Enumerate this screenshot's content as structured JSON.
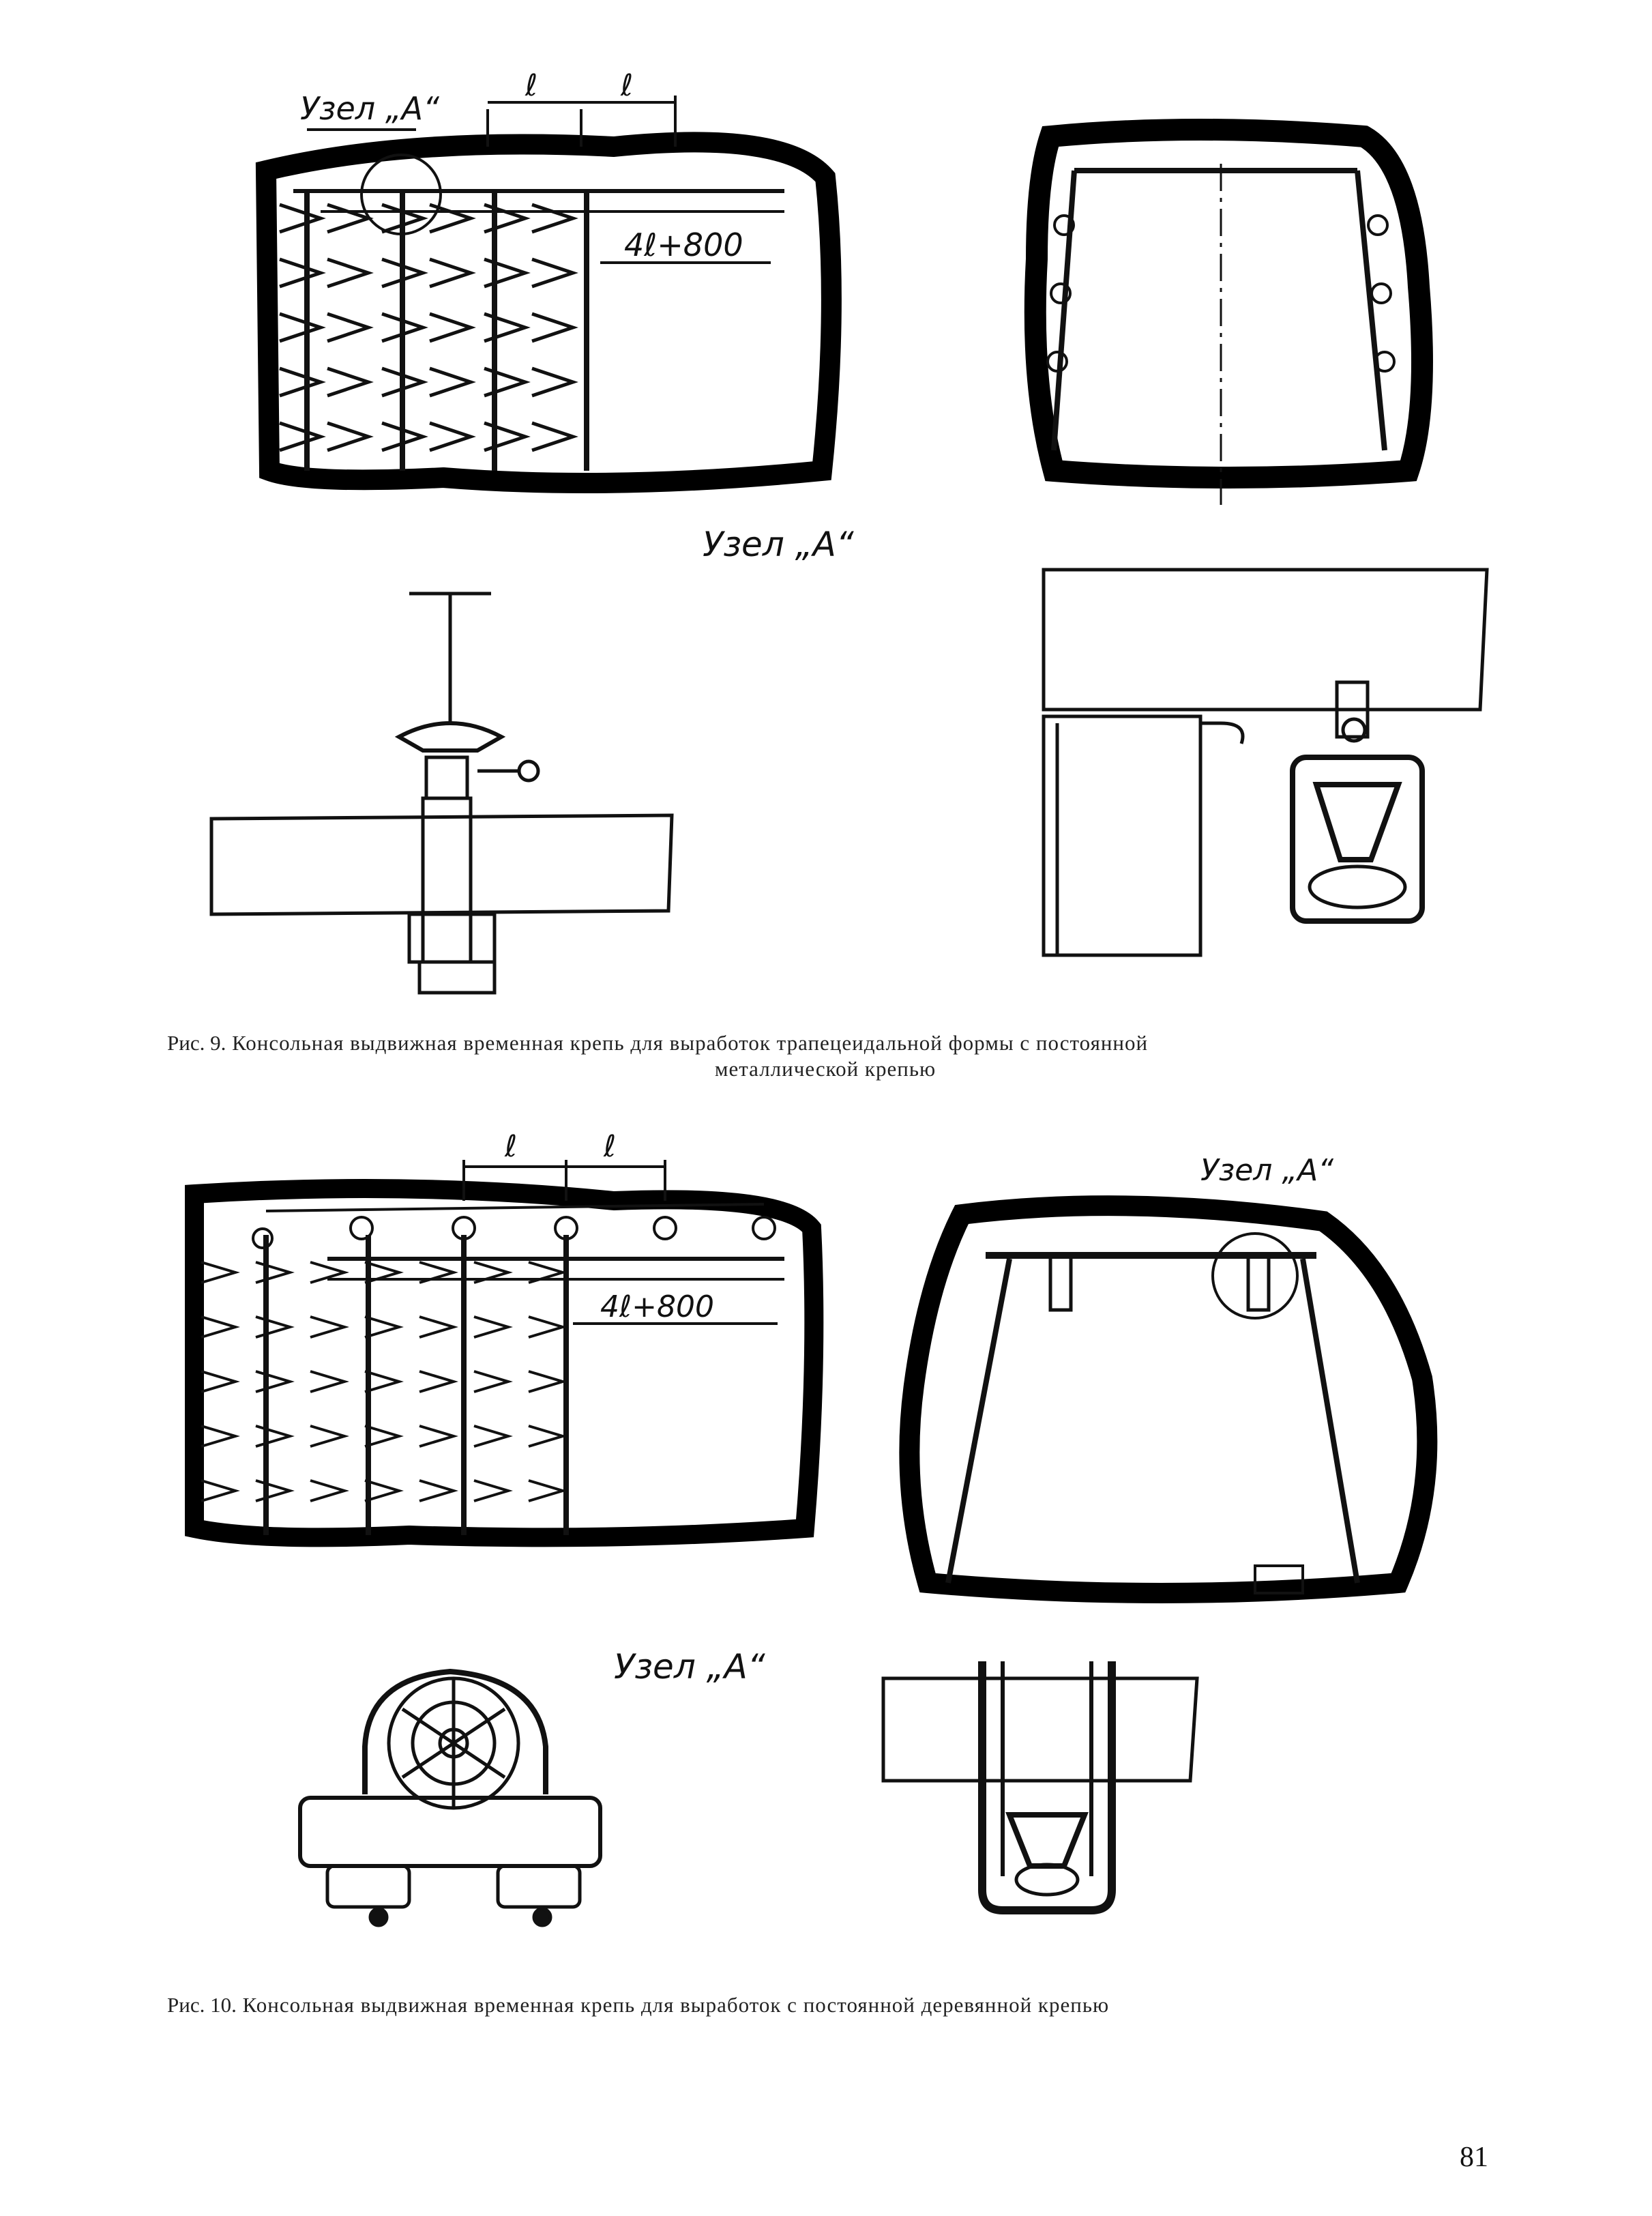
{
  "fig9": {
    "dim_l1": "ℓ",
    "dim_l2": "ℓ",
    "node_label_top": "Узел „А“",
    "dim_length": "4ℓ+800",
    "node_label_detail": "Узел „А“",
    "caption_label": "Рис. 9.",
    "caption_line1": "Консольная выдвижная временная крепь для выработок трапецеидальной формы с постоянной",
    "caption_line2": "металлической крепью"
  },
  "fig10": {
    "dim_l1": "ℓ",
    "dim_l2": "ℓ",
    "node_label_top": "Узел „А“",
    "dim_length": "4ℓ+800",
    "node_label_detail": "Узел „А“",
    "caption_label": "Рис. 10.",
    "caption_line1": "Консольная выдвижная временная крепь для выработок с постоянной деревянной крепью"
  },
  "page_number": "81"
}
